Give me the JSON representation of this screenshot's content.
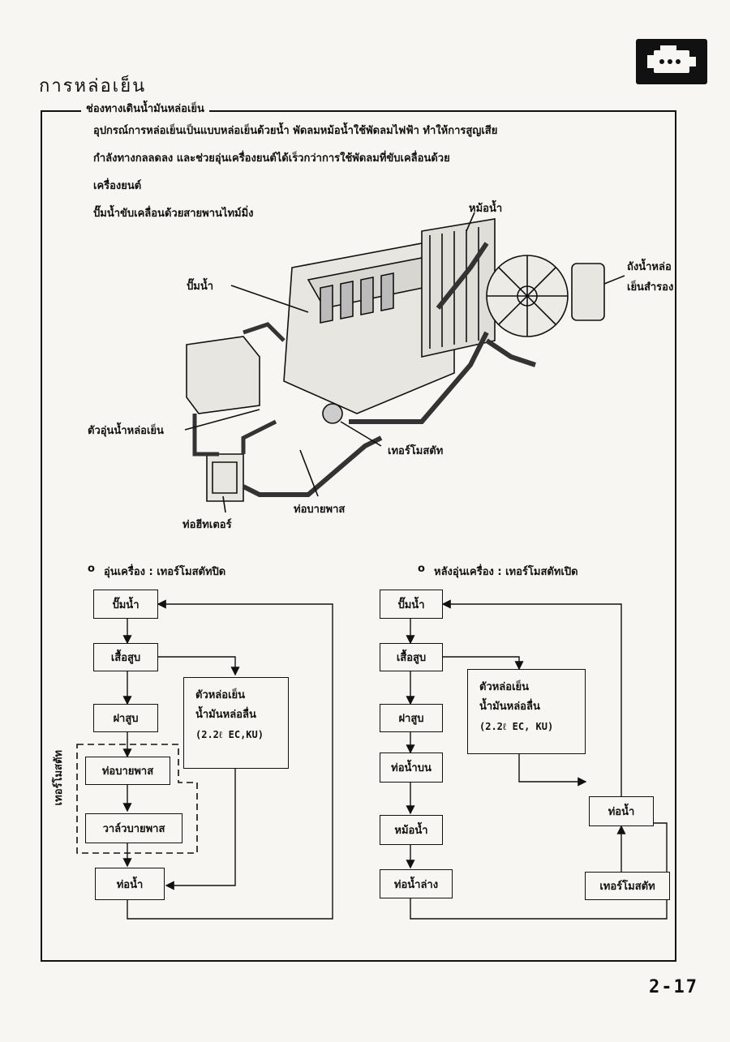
{
  "page": {
    "title": "การหล่อเย็น",
    "page_number": "2-17",
    "badge_icon": "engine-icon"
  },
  "section": {
    "caption": "ช่องทางเดินน้ำมันหล่อเย็น",
    "intro_lines": [
      "อุปกรณ์การหล่อเย็นเป็นแบบหล่อเย็นด้วยน้ำ  พัดลมหม้อน้ำใช้พัดลมไฟฟ้า  ทำให้การสูญเสีย",
      "กำลังทางกลลดลง          และช่วยอุ่นเครื่องยนต์ได้เร็วกว่าการใช้พัดลมที่ขับเคลื่อนด้วย",
      "เครื่องยนต์",
      "ปั๊มน้ำขับเคลื่อนด้วยสายพานไทม์มิ่ง"
    ]
  },
  "illustration": {
    "labels": {
      "radiator": "หม้อน้ำ",
      "reserve_tank_1": "ถังน้ำหล่อ",
      "reserve_tank_2": "เย็นสำรอง",
      "water_pump": "ปั๊มน้ำ",
      "coolant_heater": "ตัวอุ่นน้ำหล่อเย็น",
      "thermostat": "เทอร์โมสตัท",
      "bypass_pipe": "ท่อบายพาส",
      "heater_pipe": "ท่อฮีทเตอร์"
    }
  },
  "flow_left": {
    "heading": "อุ่นเครื่อง  :  เทอร์โมสตัทปิด",
    "boxes": {
      "water_pump": "ปั๊มน้ำ",
      "cylinder_block": "เสื้อสูบ",
      "cylinder_head": "ฝาสูบ",
      "bypass_pipe": "ท่อบายพาส",
      "bypass_valve": "วาล์วบายพาส",
      "water_pipe": "ท่อน้ำ",
      "oil_cooler_1": "ตัวหล่อเย็น",
      "oil_cooler_2": "น้ำมันหล่อลื่น",
      "oil_cooler_3": "(2.2ℓ EC,KU)"
    },
    "thermostat_group": "เทอร์โมสตัท"
  },
  "flow_right": {
    "heading": "หลังอุ่นเครื่อง  :  เทอร์โมสตัทเปิด",
    "boxes": {
      "water_pump": "ปั๊มน้ำ",
      "cylinder_block": "เสื้อสูบ",
      "cylinder_head": "ฝาสูบ",
      "upper_hose": "ท่อน้ำบน",
      "radiator": "หม้อน้ำ",
      "lower_hose": "ท่อน้ำล่าง",
      "water_pipe": "ท่อน้ำ",
      "thermostat": "เทอร์โมสตัท",
      "oil_cooler_1": "ตัวหล่อเย็น",
      "oil_cooler_2": "น้ำมันหล่อลื่น",
      "oil_cooler_3": "(2.2ℓ EC, KU)"
    }
  }
}
